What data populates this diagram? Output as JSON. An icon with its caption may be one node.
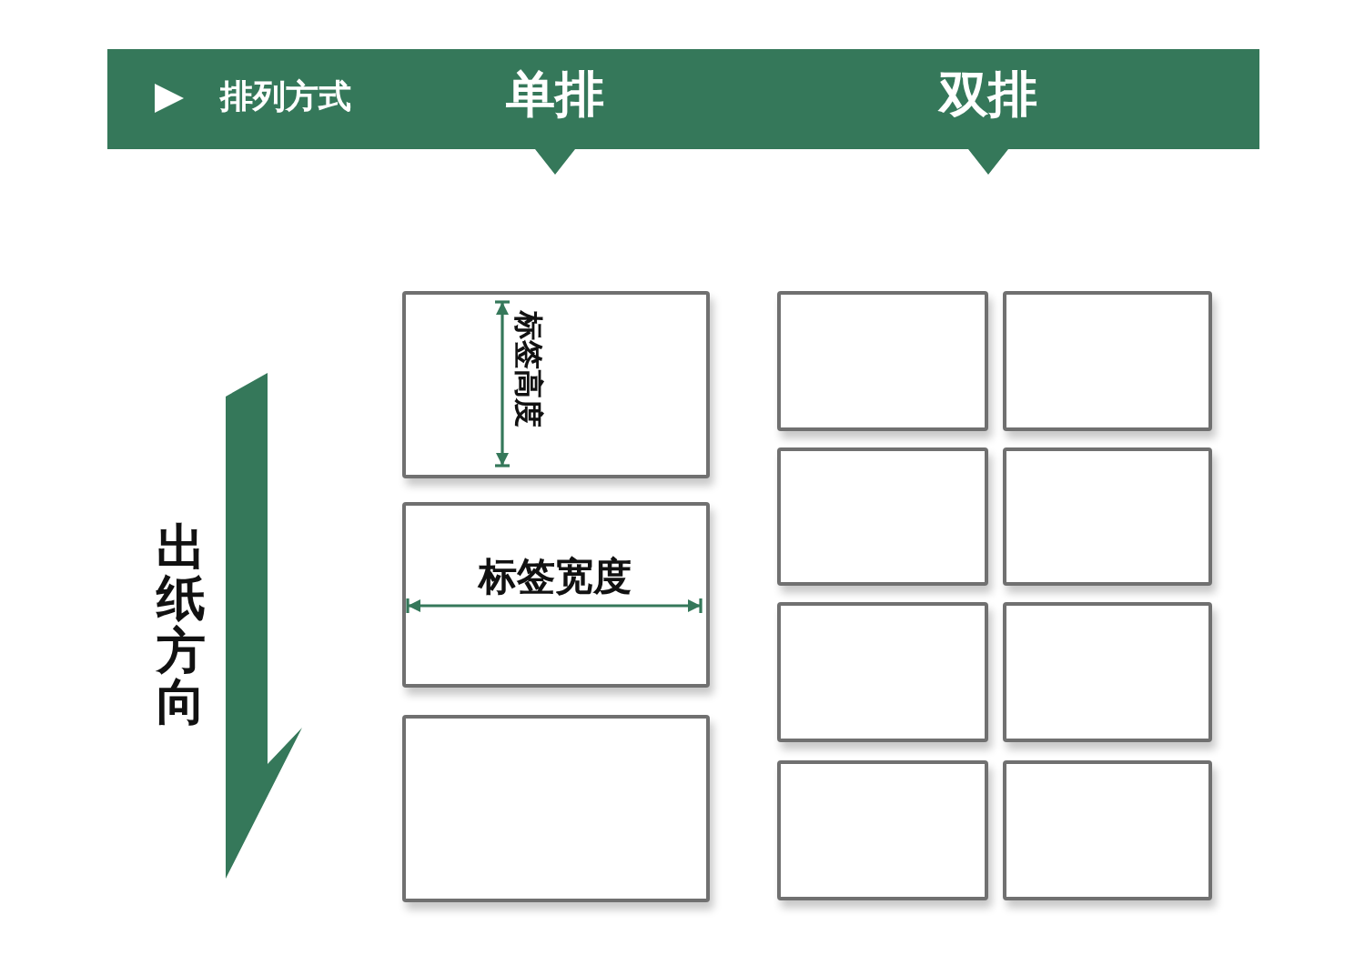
{
  "diagram": {
    "nodes": [
      {
        "text": [
          "排列方式",
          "单排",
          "双排"
        ]
      },
      {
        "text": [],
        "shape": "box"
      },
      {
        "text": [],
        "shape": "box"
      },
      {
        "text": [],
        "shape": "box"
      },
      {
        "text": [],
        "shape": "box"
      },
      {
        "text": [],
        "shape": "box"
      },
      {
        "text": [],
        "shape": "box"
      },
      {
        "text": [],
        "shape": "box"
      },
      {
        "text": [],
        "shape": "box"
      },
      {
        "text": [],
        "shape": "box"
      },
      {
        "text": [],
        "shape": "box"
      },
      {
        "text": [],
        "shape": "box"
      }
    ],
    "labels": [
      "出纸方向",
      "标签高度",
      "标签宽度"
    ]
  }
}
